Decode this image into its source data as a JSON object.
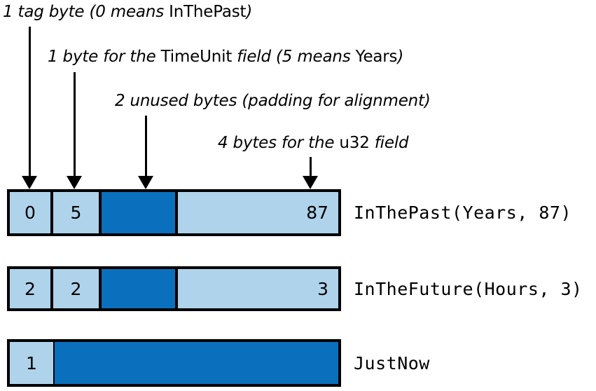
{
  "diagram": {
    "title_text_present": false,
    "colors": {
      "payload_fill": "#AFD3EA",
      "padding_fill": "#0A70BE",
      "outline": "#000000",
      "background": "#FFFFFF"
    },
    "callouts": [
      {
        "id": "tag-byte",
        "pre": "1 tag byte (0 means ",
        "code": "InThePast",
        "post": ")"
      },
      {
        "id": "timeunit-byte",
        "pre": "1 byte for the ",
        "code": "TimeUnit",
        "mid": " field (5 means ",
        "code2": "Years",
        "post": ")"
      },
      {
        "id": "padding-bytes",
        "pre": "2 unused bytes (padding for alignment)",
        "code": "",
        "post": ""
      },
      {
        "id": "u32-field",
        "pre": "4 bytes for the ",
        "code": "u32",
        "post": " field"
      }
    ],
    "rows": [
      {
        "id": "in-the-past",
        "label": "InThePast(Years, 87)",
        "cells": [
          {
            "name": "tag-byte",
            "value": "0",
            "kind": "payload",
            "align": "center"
          },
          {
            "name": "timeunit-byte",
            "value": "5",
            "kind": "payload",
            "align": "center"
          },
          {
            "name": "padding-bytes",
            "value": "",
            "kind": "padding",
            "align": "center"
          },
          {
            "name": "u32-field",
            "value": "87",
            "kind": "payload",
            "align": "right"
          }
        ]
      },
      {
        "id": "in-the-future",
        "label": "InTheFuture(Hours, 3)",
        "cells": [
          {
            "name": "tag-byte",
            "value": "2",
            "kind": "payload",
            "align": "center"
          },
          {
            "name": "timeunit-byte",
            "value": "2",
            "kind": "payload",
            "align": "center"
          },
          {
            "name": "padding-bytes",
            "value": "",
            "kind": "padding",
            "align": "center"
          },
          {
            "name": "u32-field",
            "value": "3",
            "kind": "payload",
            "align": "right"
          }
        ]
      },
      {
        "id": "just-now",
        "label": "JustNow",
        "cells": [
          {
            "name": "tag-byte",
            "value": "1",
            "kind": "payload",
            "align": "center"
          },
          {
            "name": "unused-bytes",
            "value": "",
            "kind": "padding",
            "align": "center"
          }
        ]
      }
    ]
  }
}
